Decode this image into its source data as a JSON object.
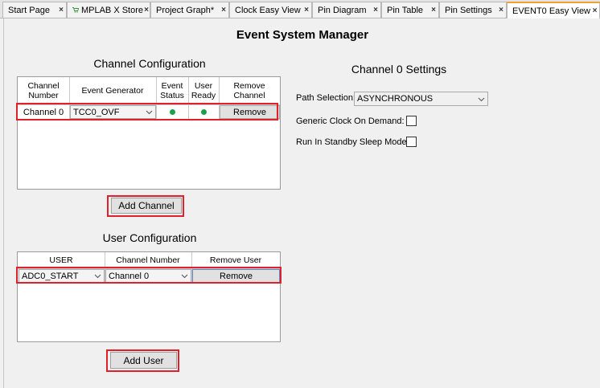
{
  "tabs": [
    {
      "label": "Start Page",
      "close": "×"
    },
    {
      "label": "MPLAB X Store",
      "close": "×",
      "icon": "cart-icon"
    },
    {
      "label": "Project Graph*",
      "close": "×"
    },
    {
      "label": "Clock Easy View",
      "close": "×"
    },
    {
      "label": "Pin Diagram",
      "close": "×"
    },
    {
      "label": "Pin Table",
      "close": "×"
    },
    {
      "label": "Pin Settings",
      "close": "×"
    },
    {
      "label": "EVENT0 Easy View",
      "close": "×",
      "active": true
    }
  ],
  "page_title": "Event System Manager",
  "channel_config": {
    "title": "Channel Configuration",
    "headers": [
      "Channel Number",
      "Event Generator",
      "Event Status",
      "User Ready",
      "Remove Channel"
    ],
    "rows": [
      {
        "channel": "Channel 0",
        "generator": "TCC0_OVF",
        "event_status": "green",
        "user_ready": "green",
        "remove": "Remove"
      }
    ],
    "add_button": "Add Channel"
  },
  "user_config": {
    "title": "User Configuration",
    "headers": [
      "USER",
      "Channel Number",
      "Remove User"
    ],
    "rows": [
      {
        "user": "ADC0_START",
        "channel": "Channel 0",
        "remove": "Remove"
      }
    ],
    "add_button": "Add User"
  },
  "channel_settings": {
    "title": "Channel 0 Settings",
    "path_label": "Path Selection:",
    "path_value": "ASYNCHRONOUS",
    "gclk_label": "Generic Clock On Demand:",
    "gclk_checked": false,
    "standby_label": "Run In Standby Sleep Mode:",
    "standby_checked": false
  },
  "colors": {
    "highlight": "#e0202a",
    "status_dot": "#1aa14a",
    "active_tab_accent": "#f0a030"
  }
}
